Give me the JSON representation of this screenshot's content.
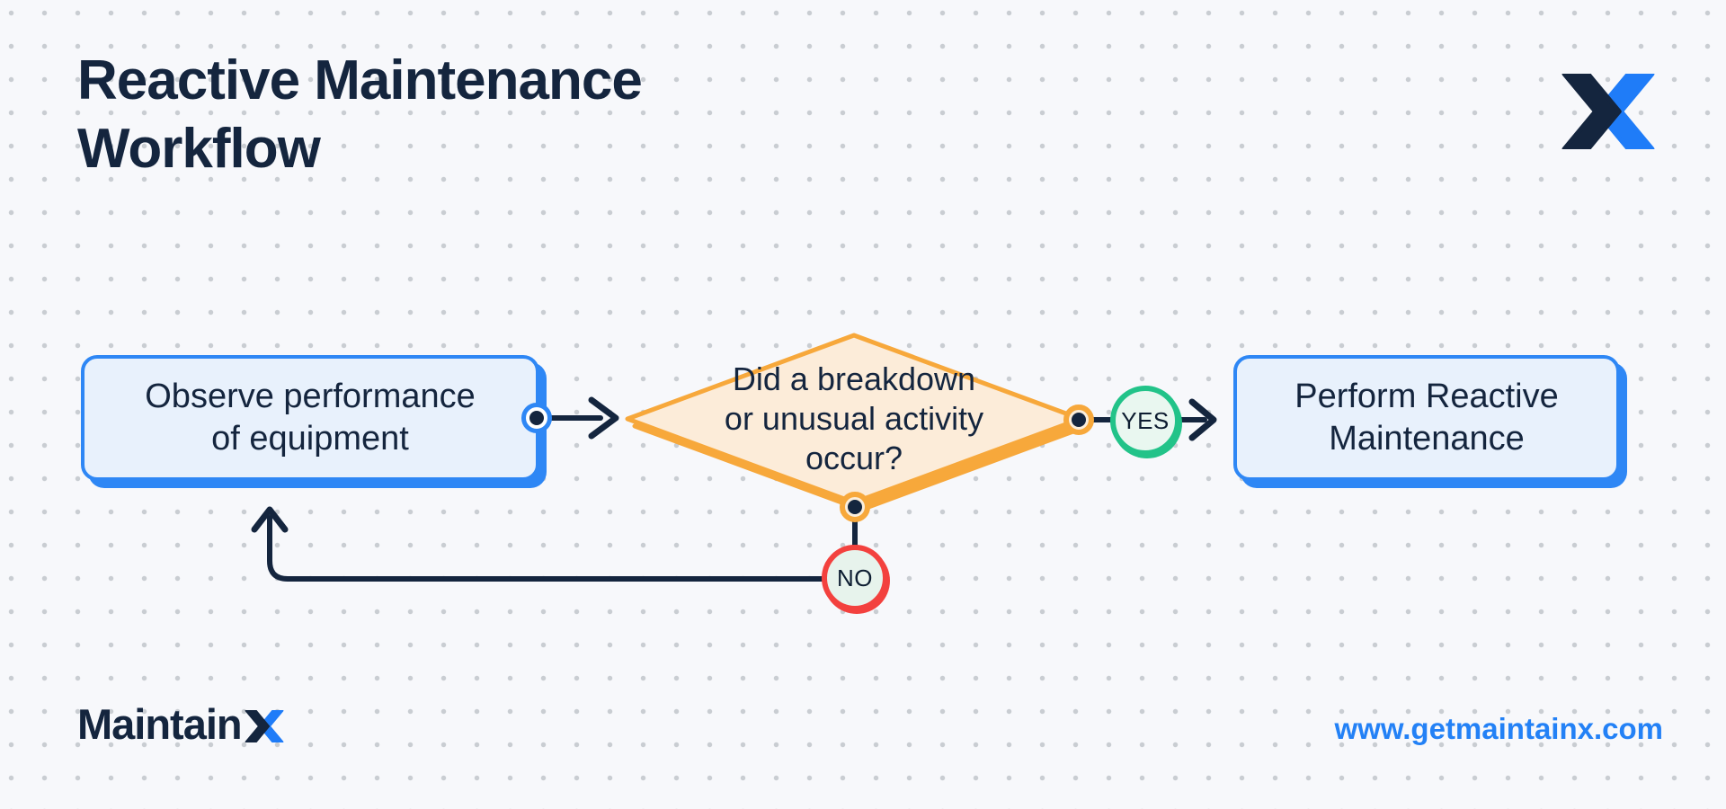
{
  "colors": {
    "bg": "#f7f8fb",
    "dot": "#c9cdd2",
    "navy": "#14253e",
    "blue": "#2e87f5",
    "linkblue": "#2381f6",
    "logoblue": "#1f7cf8",
    "boxfill": "#e8f1fc",
    "orange": "#f7a83b",
    "diamondfill": "#fcecd9",
    "cream": "#fbeedc",
    "green": "#22c389",
    "yesfill": "#e9f7f0",
    "red": "#f3413e",
    "nofill": "#e7f3ec"
  },
  "header": {
    "title_line1": "Reactive Maintenance",
    "title_line2": "Workflow"
  },
  "flow": {
    "observe": {
      "lines": [
        "Observe performance",
        "of equipment"
      ]
    },
    "decision": {
      "lines": [
        "Did a breakdown",
        "or unusual activity",
        "occur?"
      ]
    },
    "yes_label": "YES",
    "no_label": "NO",
    "perform": {
      "lines": [
        "Perform Reactive",
        "Maintenance"
      ]
    }
  },
  "footer": {
    "brand_name": "MaintainX",
    "brand_prefix": "Maintain",
    "url": "www.getmaintainx.com"
  },
  "icons": {
    "logo": "maintainx-x-logo-icon",
    "brand_x": "brand-x-icon"
  }
}
